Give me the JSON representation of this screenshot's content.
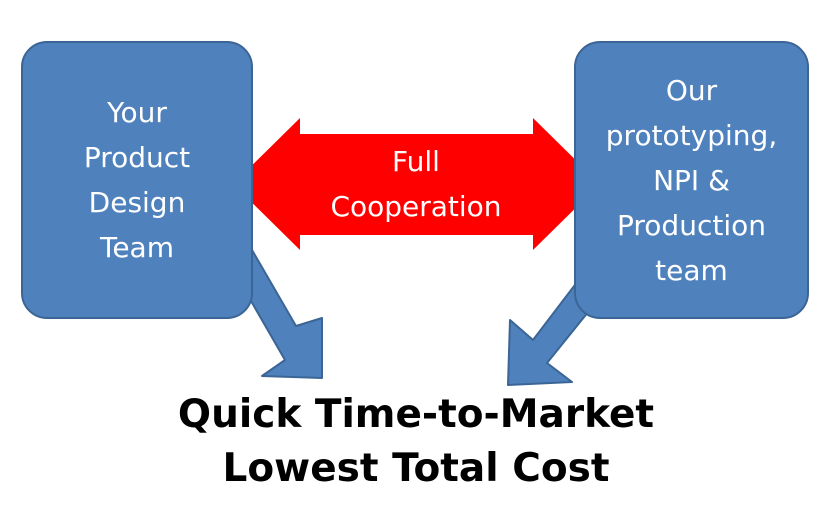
{
  "colors": {
    "box_fill": "#4F81BD",
    "box_border": "#3B6595",
    "arrow_fill": "#FF0000",
    "text_on_shapes": "#FFFFFF",
    "outcome_text": "#000000"
  },
  "left_box": {
    "lines": [
      "Your",
      "Product",
      "Design",
      "Team"
    ]
  },
  "right_box": {
    "lines": [
      "Our",
      "prototyping,",
      "NPI &",
      "Production",
      "team"
    ]
  },
  "cooperation_arrow": {
    "lines": [
      "Full",
      "Cooperation"
    ]
  },
  "outcome": {
    "lines": [
      "Quick Time-to-Market",
      "Lowest Total Cost"
    ]
  }
}
